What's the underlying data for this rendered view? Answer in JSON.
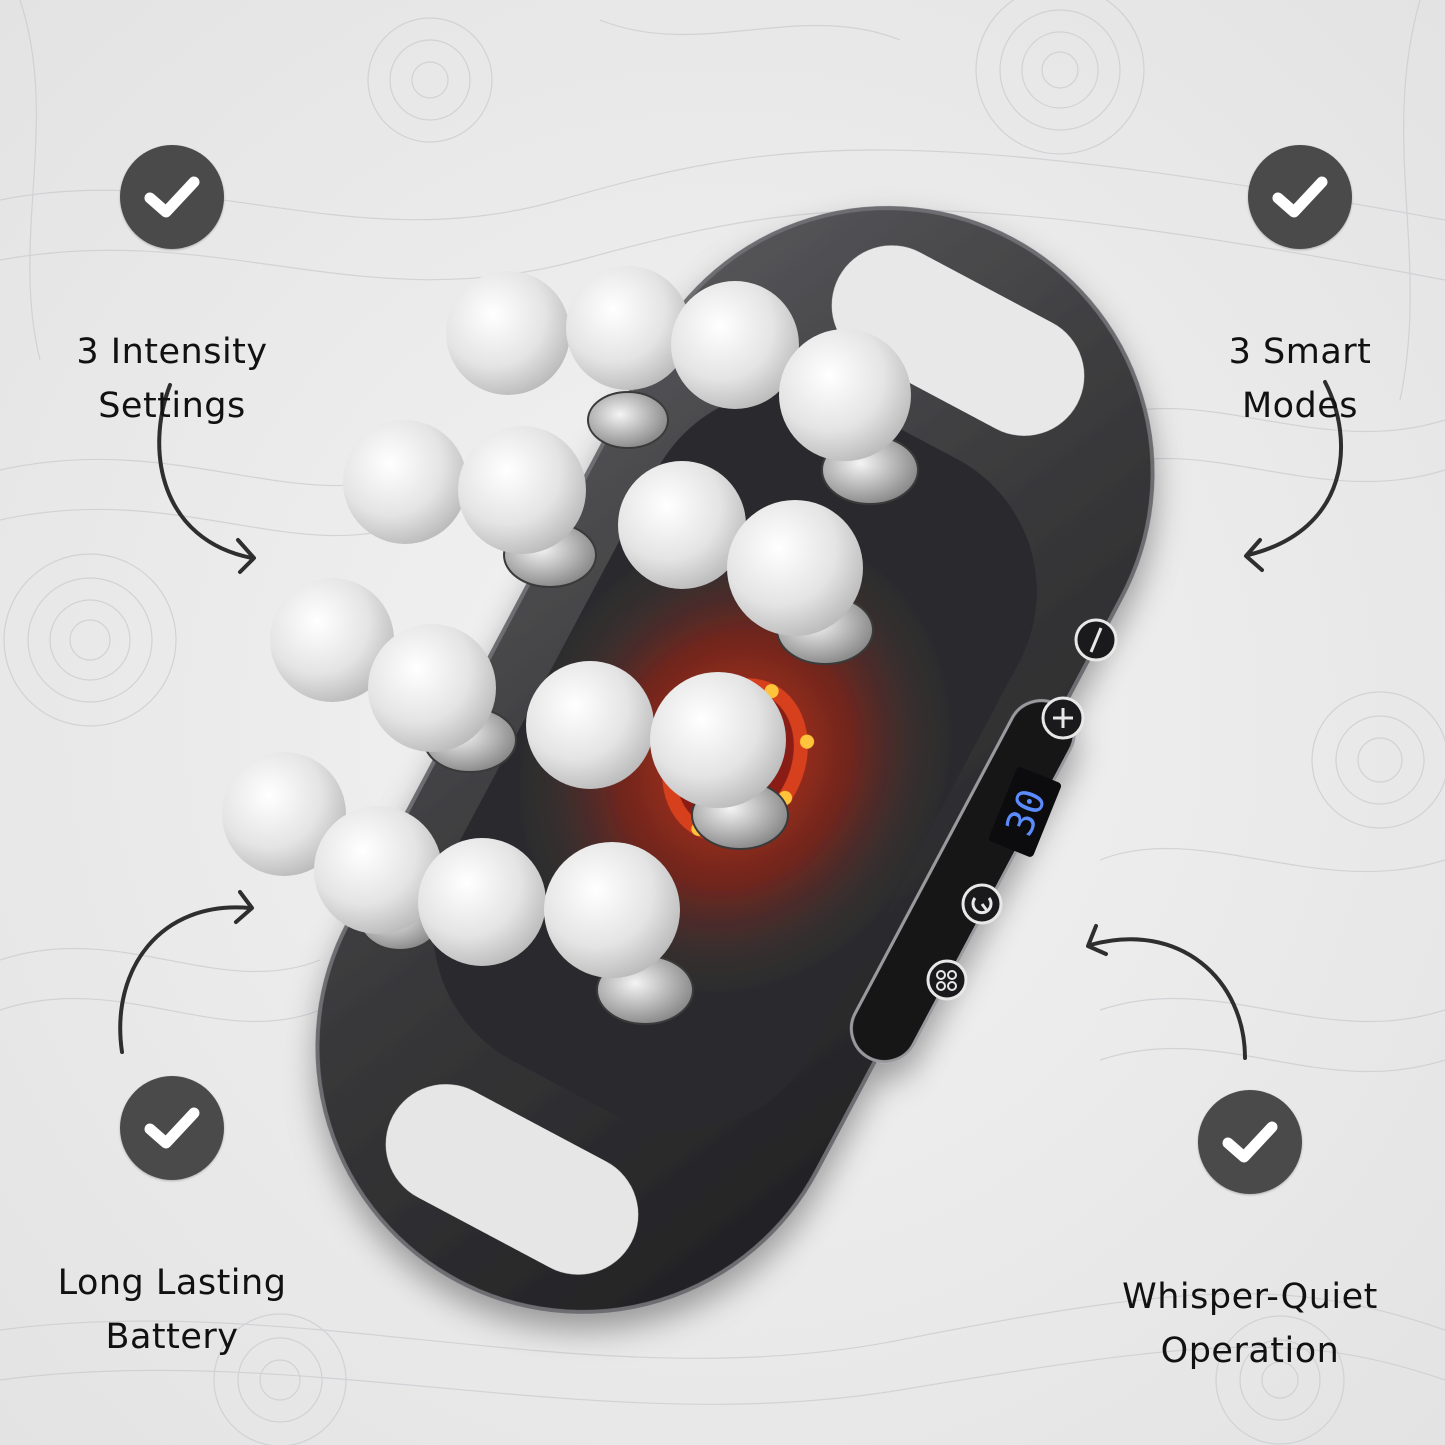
{
  "features": [
    {
      "id": "intensity",
      "label": "3 Intensity\nSettings",
      "line1": "3 Intensity",
      "line2": "Settings",
      "icon": "check-icon"
    },
    {
      "id": "modes",
      "label": "3 Smart\nModes",
      "line1": "3 Smart",
      "line2": "Modes",
      "icon": "check-icon"
    },
    {
      "id": "battery",
      "label": "Long Lasting\nBattery",
      "line1": "Long Lasting",
      "line2": "Battery",
      "icon": "check-icon"
    },
    {
      "id": "quiet",
      "label": "Whisper-Quiet\nOperation",
      "line1": "Whisper-Quiet",
      "line2": "Operation",
      "icon": "check-icon"
    }
  ],
  "device": {
    "display_value": "30",
    "control_buttons": [
      {
        "id": "minus",
        "icon": "minus-icon"
      },
      {
        "id": "plus",
        "icon": "plus-icon"
      },
      {
        "id": "power",
        "icon": "power-icon"
      },
      {
        "id": "mode",
        "icon": "mode-grid-icon"
      }
    ],
    "heat_light_color": "#ff5a1e",
    "display_color": "#5b8cff",
    "body_color": "#3a3a3c"
  },
  "colors": {
    "badge": "#4a4a4a",
    "text": "#111111",
    "background": "#ececec",
    "arrow": "#2e2e2e"
  }
}
